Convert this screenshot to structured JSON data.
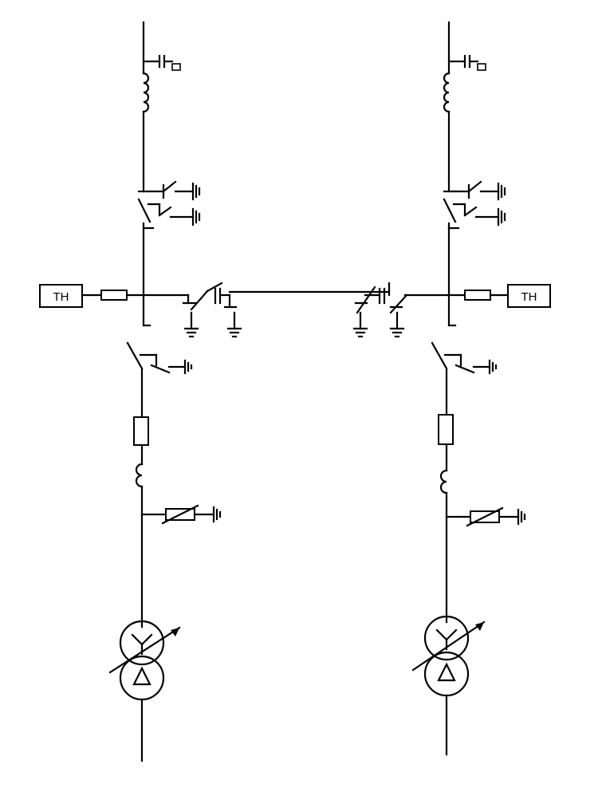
{
  "diagram": {
    "line_color": "#000000",
    "background": "#ffffff",
    "labels": {
      "vt_left": "TH",
      "vt_right": "TH"
    },
    "symbols": [
      "incoming-line",
      "coupling-capacitor-icon",
      "line-trap-icon",
      "disconnector-icon",
      "earthing-switch-icon",
      "voltage-transformer-icon",
      "fuse-icon",
      "circuit-breaker-icon",
      "current-transformer-icon",
      "reactor-icon",
      "surge-arrester-icon",
      "transformer-star-delta-icon",
      "ground-icon"
    ]
  }
}
